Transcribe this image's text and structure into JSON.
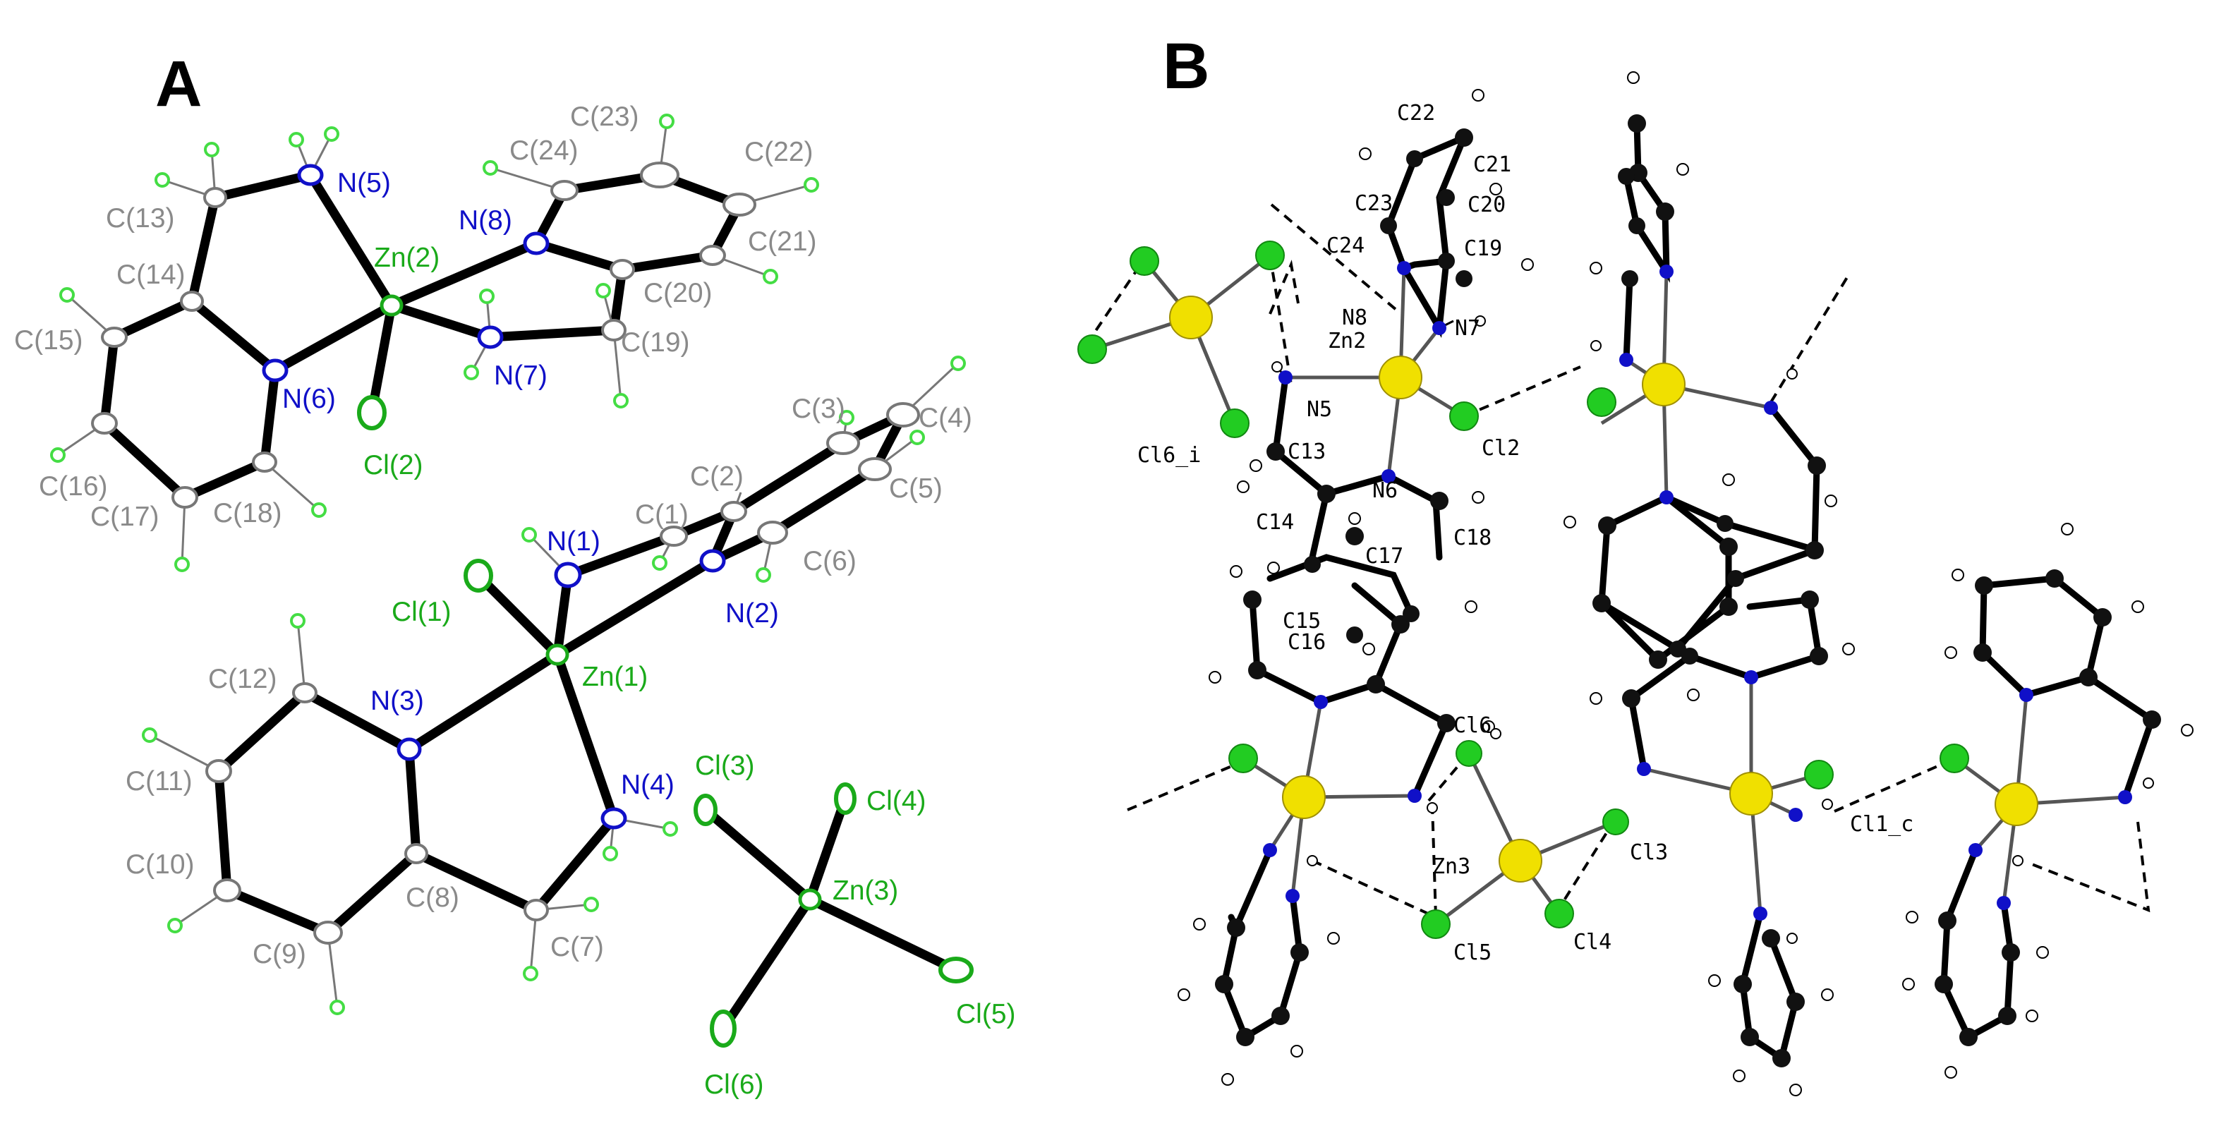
{
  "panels": {
    "A": {
      "letter": "A"
    },
    "B": {
      "letter": "B"
    }
  },
  "colors": {
    "carbon_A": "#a0a0a0",
    "carbon_B": "#111111",
    "nitrogen": "#1010c8",
    "zinc_A": "#30c030",
    "zinc_B": "#f0e000",
    "chlorine": "#22cc22",
    "hydrogen": "#44dd44",
    "hydrogen_B": "#ffffff",
    "label_carbon": "#8a8a8a",
    "label_nitrogen": "#1010c8",
    "label_zinc_cl": "#1aaa1a",
    "label_B": "#000000"
  },
  "panelA_labels": {
    "N5": "N(5)",
    "N8": "N(8)",
    "Zn2": "Zn(2)",
    "N6": "N(6)",
    "N7": "N(7)",
    "Cl2": "Cl(2)",
    "C13": "C(13)",
    "C14": "C(14)",
    "C15": "C(15)",
    "C16": "C(16)",
    "C17": "C(17)",
    "C18": "C(18)",
    "C19": "C(19)",
    "C20": "C(20)",
    "C21": "C(21)",
    "C22": "C(22)",
    "C23": "C(23)",
    "C24": "C(24)",
    "C1": "C(1)",
    "C2": "C(2)",
    "C3": "C(3)",
    "C4": "C(4)",
    "C5": "C(5)",
    "C6": "C(6)",
    "N1": "N(1)",
    "N2": "N(2)",
    "Cl1": "Cl(1)",
    "Zn1": "Zn(1)",
    "N3": "N(3)",
    "N4": "N(4)",
    "C7": "C(7)",
    "C8": "C(8)",
    "C9": "C(9)",
    "C10": "C(10)",
    "C11": "C(11)",
    "C12": "C(12)",
    "Cl3": "Cl(3)",
    "Cl4": "Cl(4)",
    "Zn3": "Zn(3)",
    "Cl5": "Cl(5)",
    "Cl6": "Cl(6)"
  },
  "panelB_labels": {
    "C22": "C22",
    "C21": "C21",
    "C23": "C23",
    "C20": "C20",
    "C24": "C24",
    "C19": "C19",
    "N8": "N8",
    "N7": "N7",
    "Zn2": "Zn2",
    "N5": "N5",
    "Cl2": "Cl2",
    "Cl6_i": "Cl6_i",
    "C13": "C13",
    "N6": "N6",
    "C14": "C14",
    "C18": "C18",
    "C17": "C17",
    "C15": "C15",
    "C16": "C16",
    "Cl6": "Cl6",
    "Zn3": "Zn3",
    "Cl3": "Cl3",
    "Cl5": "Cl5",
    "Cl4": "Cl4",
    "Cl1_c": "Cl1_c"
  }
}
